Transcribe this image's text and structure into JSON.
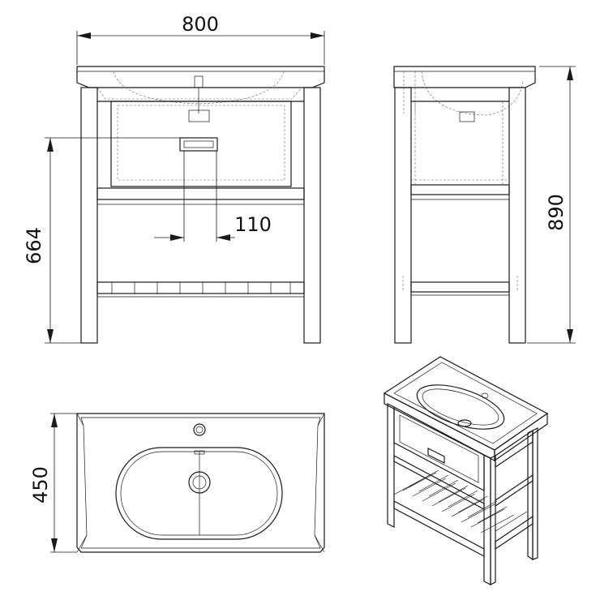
{
  "dimensions": {
    "width": "800",
    "total_height": "890",
    "leg_height": "664",
    "drawer_handle_offset": "110",
    "depth": "450"
  }
}
